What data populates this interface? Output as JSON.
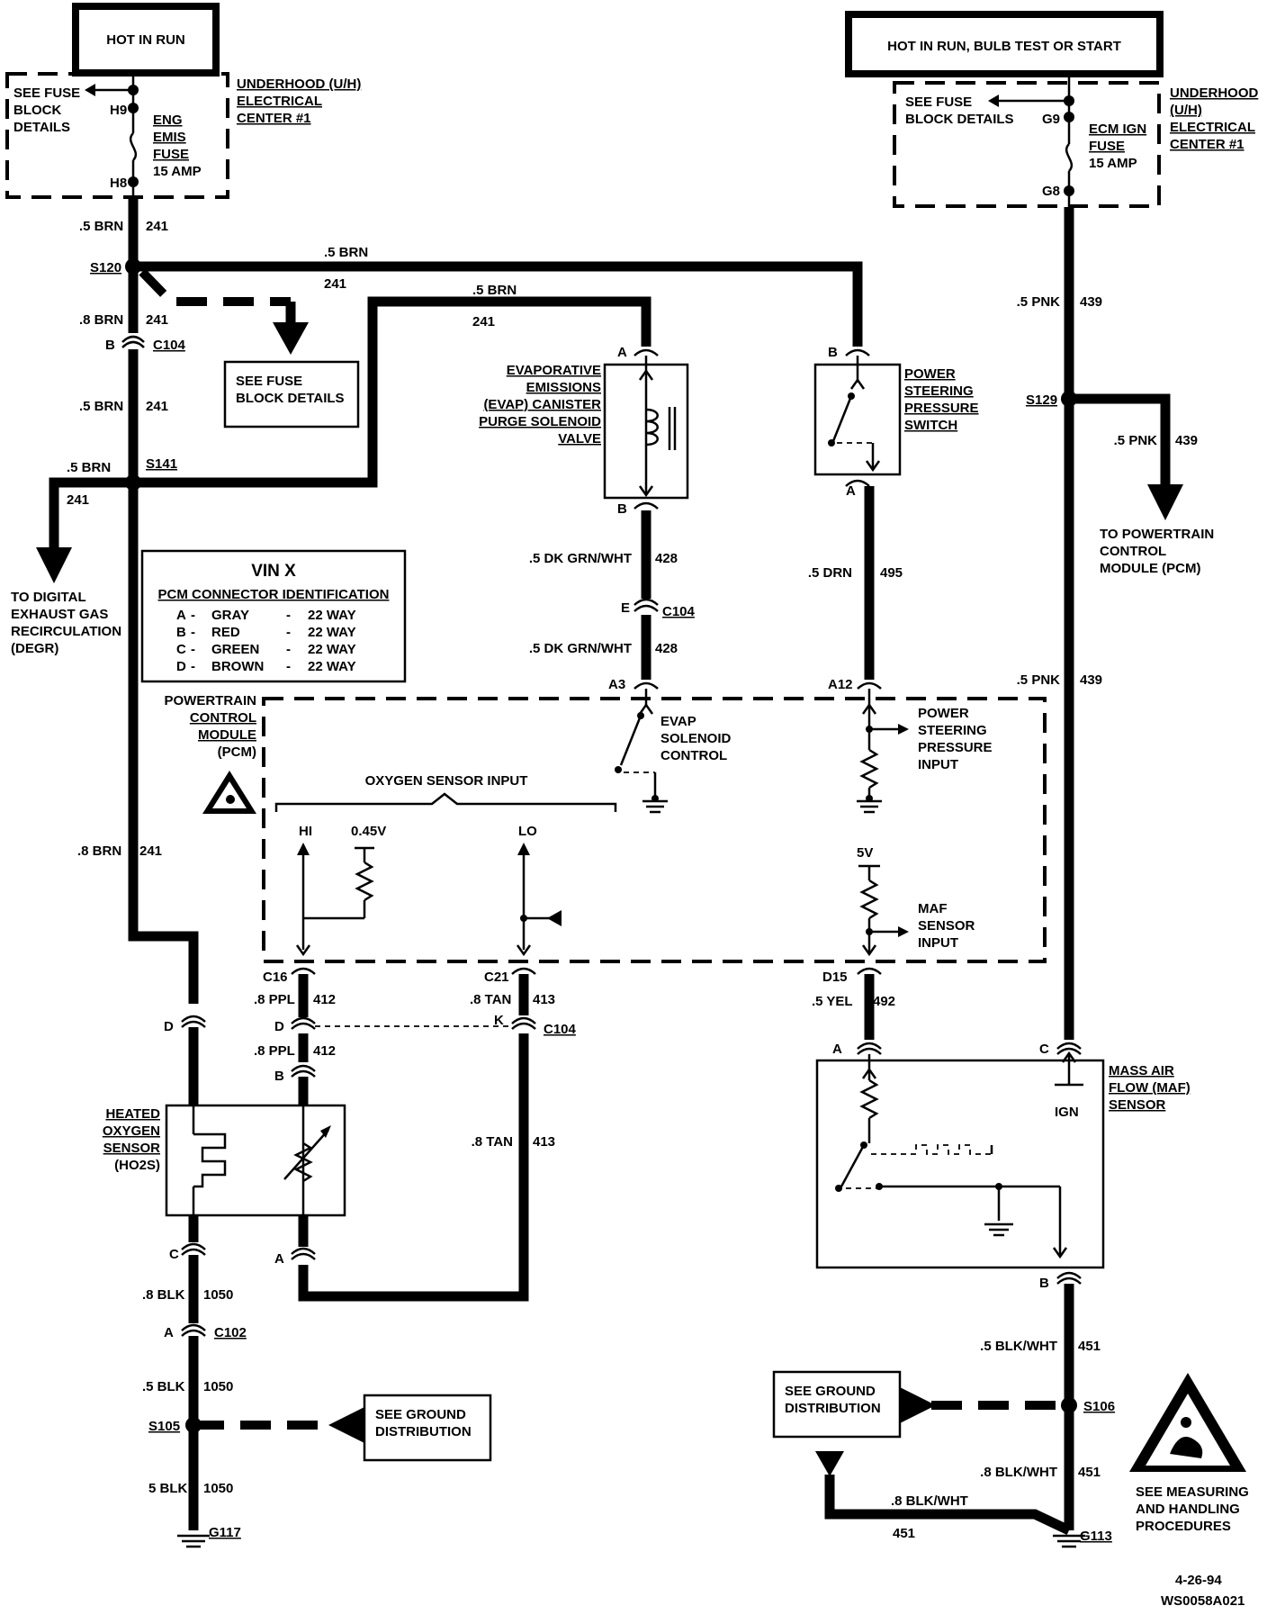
{
  "hot_run": "HOT IN RUN",
  "hot_bulb": "HOT IN RUN, BULB TEST OR START",
  "uh_left": {
    "title": [
      "UNDERHOOD (U/H)",
      "ELECTRICAL",
      "CENTER #1"
    ],
    "see_fuse": [
      "SEE FUSE",
      "BLOCK",
      "DETAILS"
    ],
    "pin_top": "H9",
    "pin_bot": "H8",
    "fuse": [
      "ENG",
      "EMIS",
      "FUSE",
      "15 AMP"
    ]
  },
  "uh_right": {
    "title": [
      "UNDERHOOD",
      "(U/H)",
      "ELECTRICAL",
      "CENTER #1"
    ],
    "see_fuse": [
      "SEE FUSE",
      "BLOCK DETAILS"
    ],
    "pin_top": "G9",
    "pin_bot": "G8",
    "fuse": [
      "ECM IGN",
      "FUSE",
      "15 AMP"
    ]
  },
  "wires": {
    "w1": ".5 BRN",
    "w1n": "241",
    "s120": "S120",
    "w2": ".5 BRN",
    "w2n": "241",
    "w3": ".5 BRN",
    "w3n": "241",
    "w4": ".8 BRN",
    "w4n": "241",
    "c104": "C104",
    "c104b": "B",
    "w5": ".5 BRN",
    "w5n": "241",
    "w6": ".5 BRN",
    "w6n": "241",
    "s141": "S141",
    "w7": ".8 BRN",
    "w7n": "241",
    "w8": ".5 DK GRN/WHT",
    "w8n": "428",
    "c104e": "E",
    "w9": ".5 DK GRN/WHT",
    "w9n": "428",
    "w10": ".5 DRN",
    "w10n": "495",
    "w11": ".5 PNK",
    "w11n": "439",
    "s129": "S129",
    "w12": ".5 PNK",
    "w12n": "439",
    "w13": ".5 PNK",
    "w13n": "439",
    "w14": ".8 PPL",
    "w14n": "412",
    "w15": ".8 TAN",
    "w15n": "413",
    "w16": ".8 PPL",
    "w16n": "412",
    "w17": ".8 TAN",
    "w17n": "413",
    "w18": ".5 YEL",
    "w18n": "492",
    "w19": ".8 BLK",
    "w19n": "1050",
    "c102": "C102",
    "w20": ".5 BLK",
    "w20n": "1050",
    "s105": "S105",
    "w21": "5 BLK",
    "w21n": "1050",
    "g117": "G117",
    "w22": ".5 BLK/WHT",
    "w22n": "451",
    "s106": "S106",
    "w23": ".8 BLK/WHT",
    "w23n": "451",
    "w24": ".8 BLK/WHT",
    "w24n": "451",
    "g113": "G113"
  },
  "see_fuse_mid": [
    "SEE FUSE",
    "BLOCK DETAILS"
  ],
  "to_degr": [
    "TO DIGITAL",
    "EXHAUST GAS",
    "RECIRCULATION",
    "(DEGR)"
  ],
  "to_pcm": [
    "TO POWERTRAIN",
    "CONTROL",
    "MODULE (PCM)"
  ],
  "evap": {
    "label": [
      "EVAPORATIVE",
      "EMISSIONS",
      "(EVAP) CANISTER",
      "PURGE SOLENOID",
      "VALVE"
    ],
    "pin_a": "A",
    "pin_b": "B"
  },
  "pss": {
    "label": [
      "POWER",
      "STEERING",
      "PRESSURE",
      "SWITCH"
    ],
    "pin_b": "B",
    "pin_a": "A"
  },
  "vin": {
    "title": "VIN X",
    "subtitle": "PCM CONNECTOR IDENTIFICATION",
    "rows": [
      [
        "A",
        "-",
        "GRAY",
        "-",
        "22 WAY"
      ],
      [
        "B",
        "-",
        "RED",
        "-",
        "22 WAY"
      ],
      [
        "C",
        "-",
        "GREEN",
        "-",
        "22 WAY"
      ],
      [
        "D",
        "-",
        "BROWN",
        "-",
        "22 WAY"
      ]
    ]
  },
  "pcm": {
    "label": [
      "POWERTRAIN",
      "CONTROL",
      "MODULE",
      "(PCM)"
    ],
    "pin_a3": "A3",
    "pin_a12": "A12",
    "pin_c16": "C16",
    "pin_c21": "C21",
    "pin_d15": "D15",
    "evap_ctrl": [
      "EVAP",
      "SOLENOID",
      "CONTROL"
    ],
    "ps_input": [
      "POWER",
      "STEERING",
      "PRESSURE",
      "INPUT"
    ],
    "o2_input": "OXYGEN SENSOR INPUT",
    "hi": "HI",
    "v045": "0.45V",
    "lo": "LO",
    "v5": "5V",
    "maf_input": [
      "MAF",
      "SENSOR",
      "INPUT"
    ]
  },
  "ho2s": {
    "label": [
      "HEATED",
      "OXYGEN",
      "SENSOR",
      "(HO2S)"
    ],
    "pin_d": "D",
    "pin_d2": "D",
    "pin_b": "B",
    "pin_c": "C",
    "pin_a": "A",
    "pin_k": "K"
  },
  "maf": {
    "label": [
      "MASS AIR",
      "FLOW (MAF)",
      "SENSOR"
    ],
    "pin_a": "A",
    "pin_c": "C",
    "pin_b": "B",
    "ign": "IGN"
  },
  "c102a": "A",
  "see_ground_l": [
    "SEE GROUND",
    "DISTRIBUTION"
  ],
  "see_ground_r": [
    "SEE GROUND",
    "DISTRIBUTION"
  ],
  "esd": [
    "SEE MEASURING",
    "AND HANDLING",
    "PROCEDURES"
  ],
  "date": "4-26-94",
  "code": "WS0058A021"
}
